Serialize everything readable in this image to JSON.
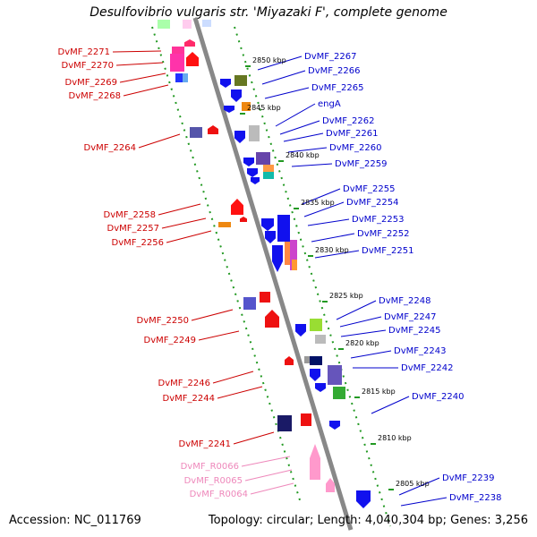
{
  "title": "Desulfovibrio vulgaris str. 'Miyazaki F', complete genome",
  "footer": {
    "accession": "Accession: NC_011769",
    "topology": "Topology: circular; Length: 4,040,304 bp; Genes: 3,256"
  },
  "colors": {
    "forward_label": "#0000cc",
    "reverse_label": "#cc0000",
    "rna_label": "#ee88bb",
    "backbone": "#888888",
    "dots": "#229922"
  },
  "scale_labels": [
    "2850 kbp",
    "2845 kbp",
    "2840 kbp",
    "2835 kbp",
    "2830 kbp",
    "2825 kbp",
    "2820 kbp",
    "2815 kbp",
    "2810 kbp",
    "2805 kbp"
  ],
  "left_genes": [
    "DvMF_2271",
    "DvMF_2270",
    "DvMF_2269",
    "DvMF_2268",
    "DvMF_2264",
    "DvMF_2258",
    "DvMF_2257",
    "DvMF_2256",
    "DvMF_2250",
    "DvMF_2249",
    "DvMF_2246",
    "DvMF_2244",
    "DvMF_2241"
  ],
  "rna_genes": [
    "DvMF_R0066",
    "DvMF_R0065",
    "DvMF_R0064"
  ],
  "right_genes": [
    "DvMF_2267",
    "DvMF_2266",
    "DvMF_2265",
    "engA",
    "DvMF_2262",
    "DvMF_2261",
    "DvMF_2260",
    "DvMF_2259",
    "DvMF_2255",
    "DvMF_2254",
    "DvMF_2253",
    "DvMF_2252",
    "DvMF_2251",
    "DvMF_2248",
    "DvMF_2247",
    "DvMF_2245",
    "DvMF_2243",
    "DvMF_2242",
    "DvMF_2240",
    "DvMF_2239",
    "DvMF_2238"
  ]
}
